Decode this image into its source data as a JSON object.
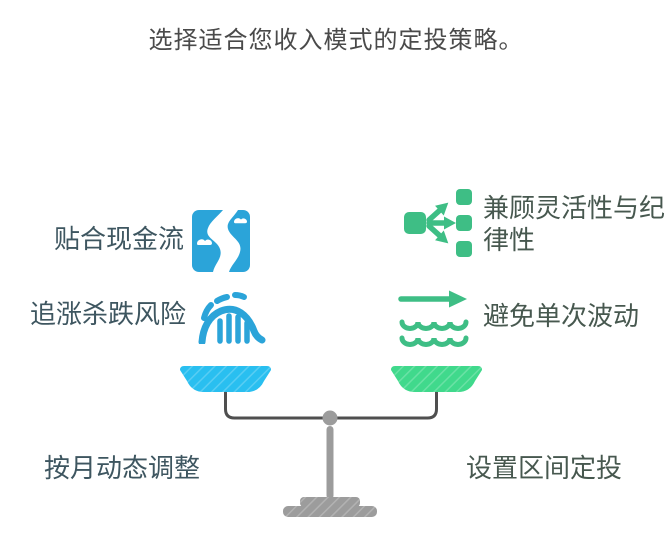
{
  "title": "选择适合您收入模式的定投策略。",
  "left_column": {
    "items": [
      {
        "label": "贴合现金流",
        "icon": "river-cash-flow-icon"
      },
      {
        "label": "追涨杀跌风险",
        "icon": "wave-crash-risk-icon"
      }
    ],
    "bottom_label": "按月动态调整"
  },
  "right_column": {
    "items": [
      {
        "label": "兼顾灵活性与纪律性",
        "icon": "branch-allocation-icon"
      },
      {
        "label": "避免单次波动",
        "icon": "steady-arrow-over-waves-icon"
      }
    ],
    "bottom_label": "设置区间定投"
  },
  "colors": {
    "icon_blue": "#2BA4D9",
    "icon_green": "#3EBE85",
    "pan_blue": "#29BFF0",
    "pan_green": "#40D98C",
    "stand_gray": "#9C9C9C",
    "beam_gray": "#4F4F4F",
    "title_text": "#4A4A4A",
    "label_left_text": "#3E5660",
    "label_right_text": "#47584F"
  }
}
